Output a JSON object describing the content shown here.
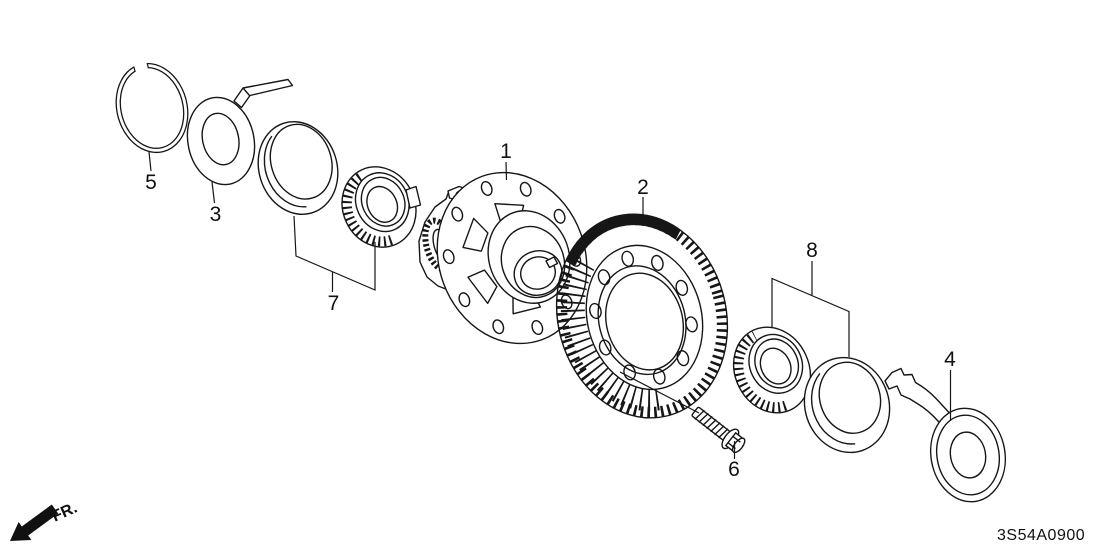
{
  "diagram": {
    "code": "3S54A0900",
    "direction_label": "FR.",
    "callouts": {
      "n1": "1",
      "n2": "2",
      "n3": "3",
      "n4": "4",
      "n5": "5",
      "n6": "6",
      "n7": "7",
      "n8": "8"
    },
    "colors": {
      "background": "#ffffff",
      "line": "#161616"
    }
  }
}
